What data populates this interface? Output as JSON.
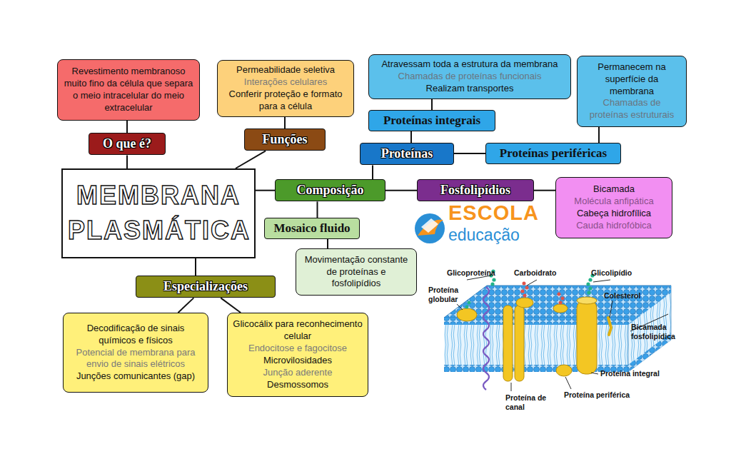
{
  "diagram": {
    "nodes": [
      {
        "text": [
          "MEMBRANA PLASMÁTICA"
        ]
      },
      {
        "text": [
          "O que é?"
        ]
      },
      {
        "text": [
          "Revestimento membranoso muito fino da célula que separa o meio intracelular do meio extracelular"
        ]
      },
      {
        "text": [
          "Funções"
        ]
      },
      {
        "text": [
          "Permeabilidade seletiva",
          "Interações celulares",
          "Conferir proteção e formato para a célula"
        ]
      },
      {
        "text": [
          "Composição"
        ]
      },
      {
        "text": [
          "Proteínas"
        ]
      },
      {
        "text": [
          "Proteínas integrais"
        ]
      },
      {
        "text": [
          "Atravessam toda a estrutura da membrana",
          "Chamadas de proteínas funcionais",
          "Realizam transportes"
        ]
      },
      {
        "text": [
          "Proteínas periféricas"
        ]
      },
      {
        "text": [
          "Permanecem na superfície da membrana",
          "Chamadas de proteínas estruturais"
        ]
      },
      {
        "text": [
          "Fosfolipídios"
        ]
      },
      {
        "text": [
          "Bicamada",
          "Molécula anfipática",
          "Cabeça hidrofílica",
          "Cauda hidrofóbica"
        ]
      },
      {
        "text": [
          "Mosaico fluido"
        ]
      },
      {
        "text": [
          "Movimentação constante de proteínas e fosfolipídios"
        ]
      },
      {
        "text": [
          "Especializações"
        ]
      },
      {
        "text": [
          "Decodificação de sinais químicos e físicos",
          "Potencial de membrana para envio de sinais elétricos",
          "Junções comunicantes (gap)"
        ]
      },
      {
        "text": [
          "Glicocálix para reconhecimento celular",
          "Endocitose e fagocitose",
          "Microvilosidades",
          "Junção aderente",
          "Desmossomos"
        ]
      }
    ],
    "edges": [
      {
        "from": 0,
        "to": 1,
        "arrow": "none"
      },
      {
        "from": 1,
        "to": 2,
        "arrow": "none"
      },
      {
        "from": 0,
        "to": 3,
        "arrow": "none"
      },
      {
        "from": 3,
        "to": 4,
        "arrow": "none"
      },
      {
        "from": 0,
        "to": 5,
        "arrow": "none"
      },
      {
        "from": 5,
        "to": 6,
        "arrow": "none"
      },
      {
        "from": 6,
        "to": 7,
        "arrow": "none"
      },
      {
        "from": 7,
        "to": 8,
        "arrow": "none"
      },
      {
        "from": 6,
        "to": 9,
        "arrow": "none"
      },
      {
        "from": 9,
        "to": 10,
        "arrow": "none"
      },
      {
        "from": 5,
        "to": 11,
        "arrow": "none"
      },
      {
        "from": 11,
        "to": 12,
        "arrow": "none"
      },
      {
        "from": 5,
        "to": 13,
        "arrow": "none"
      },
      {
        "from": 13,
        "to": 14,
        "arrow": "none"
      },
      {
        "from": 0,
        "to": 15,
        "arrow": "none"
      },
      {
        "from": 15,
        "to": 16,
        "arrow": "none"
      },
      {
        "from": 15,
        "to": 17,
        "arrow": "none"
      }
    ],
    "labels": [
      "ESCOLA",
      "educação",
      "Glicoproteína",
      "Carboidrato",
      "Glicolipídio",
      "Proteína globular",
      "Colesterol",
      "Bicamada fosfolipídica",
      "Proteína integral",
      "Proteína periférica",
      "Proteína de canal"
    ]
  }
}
